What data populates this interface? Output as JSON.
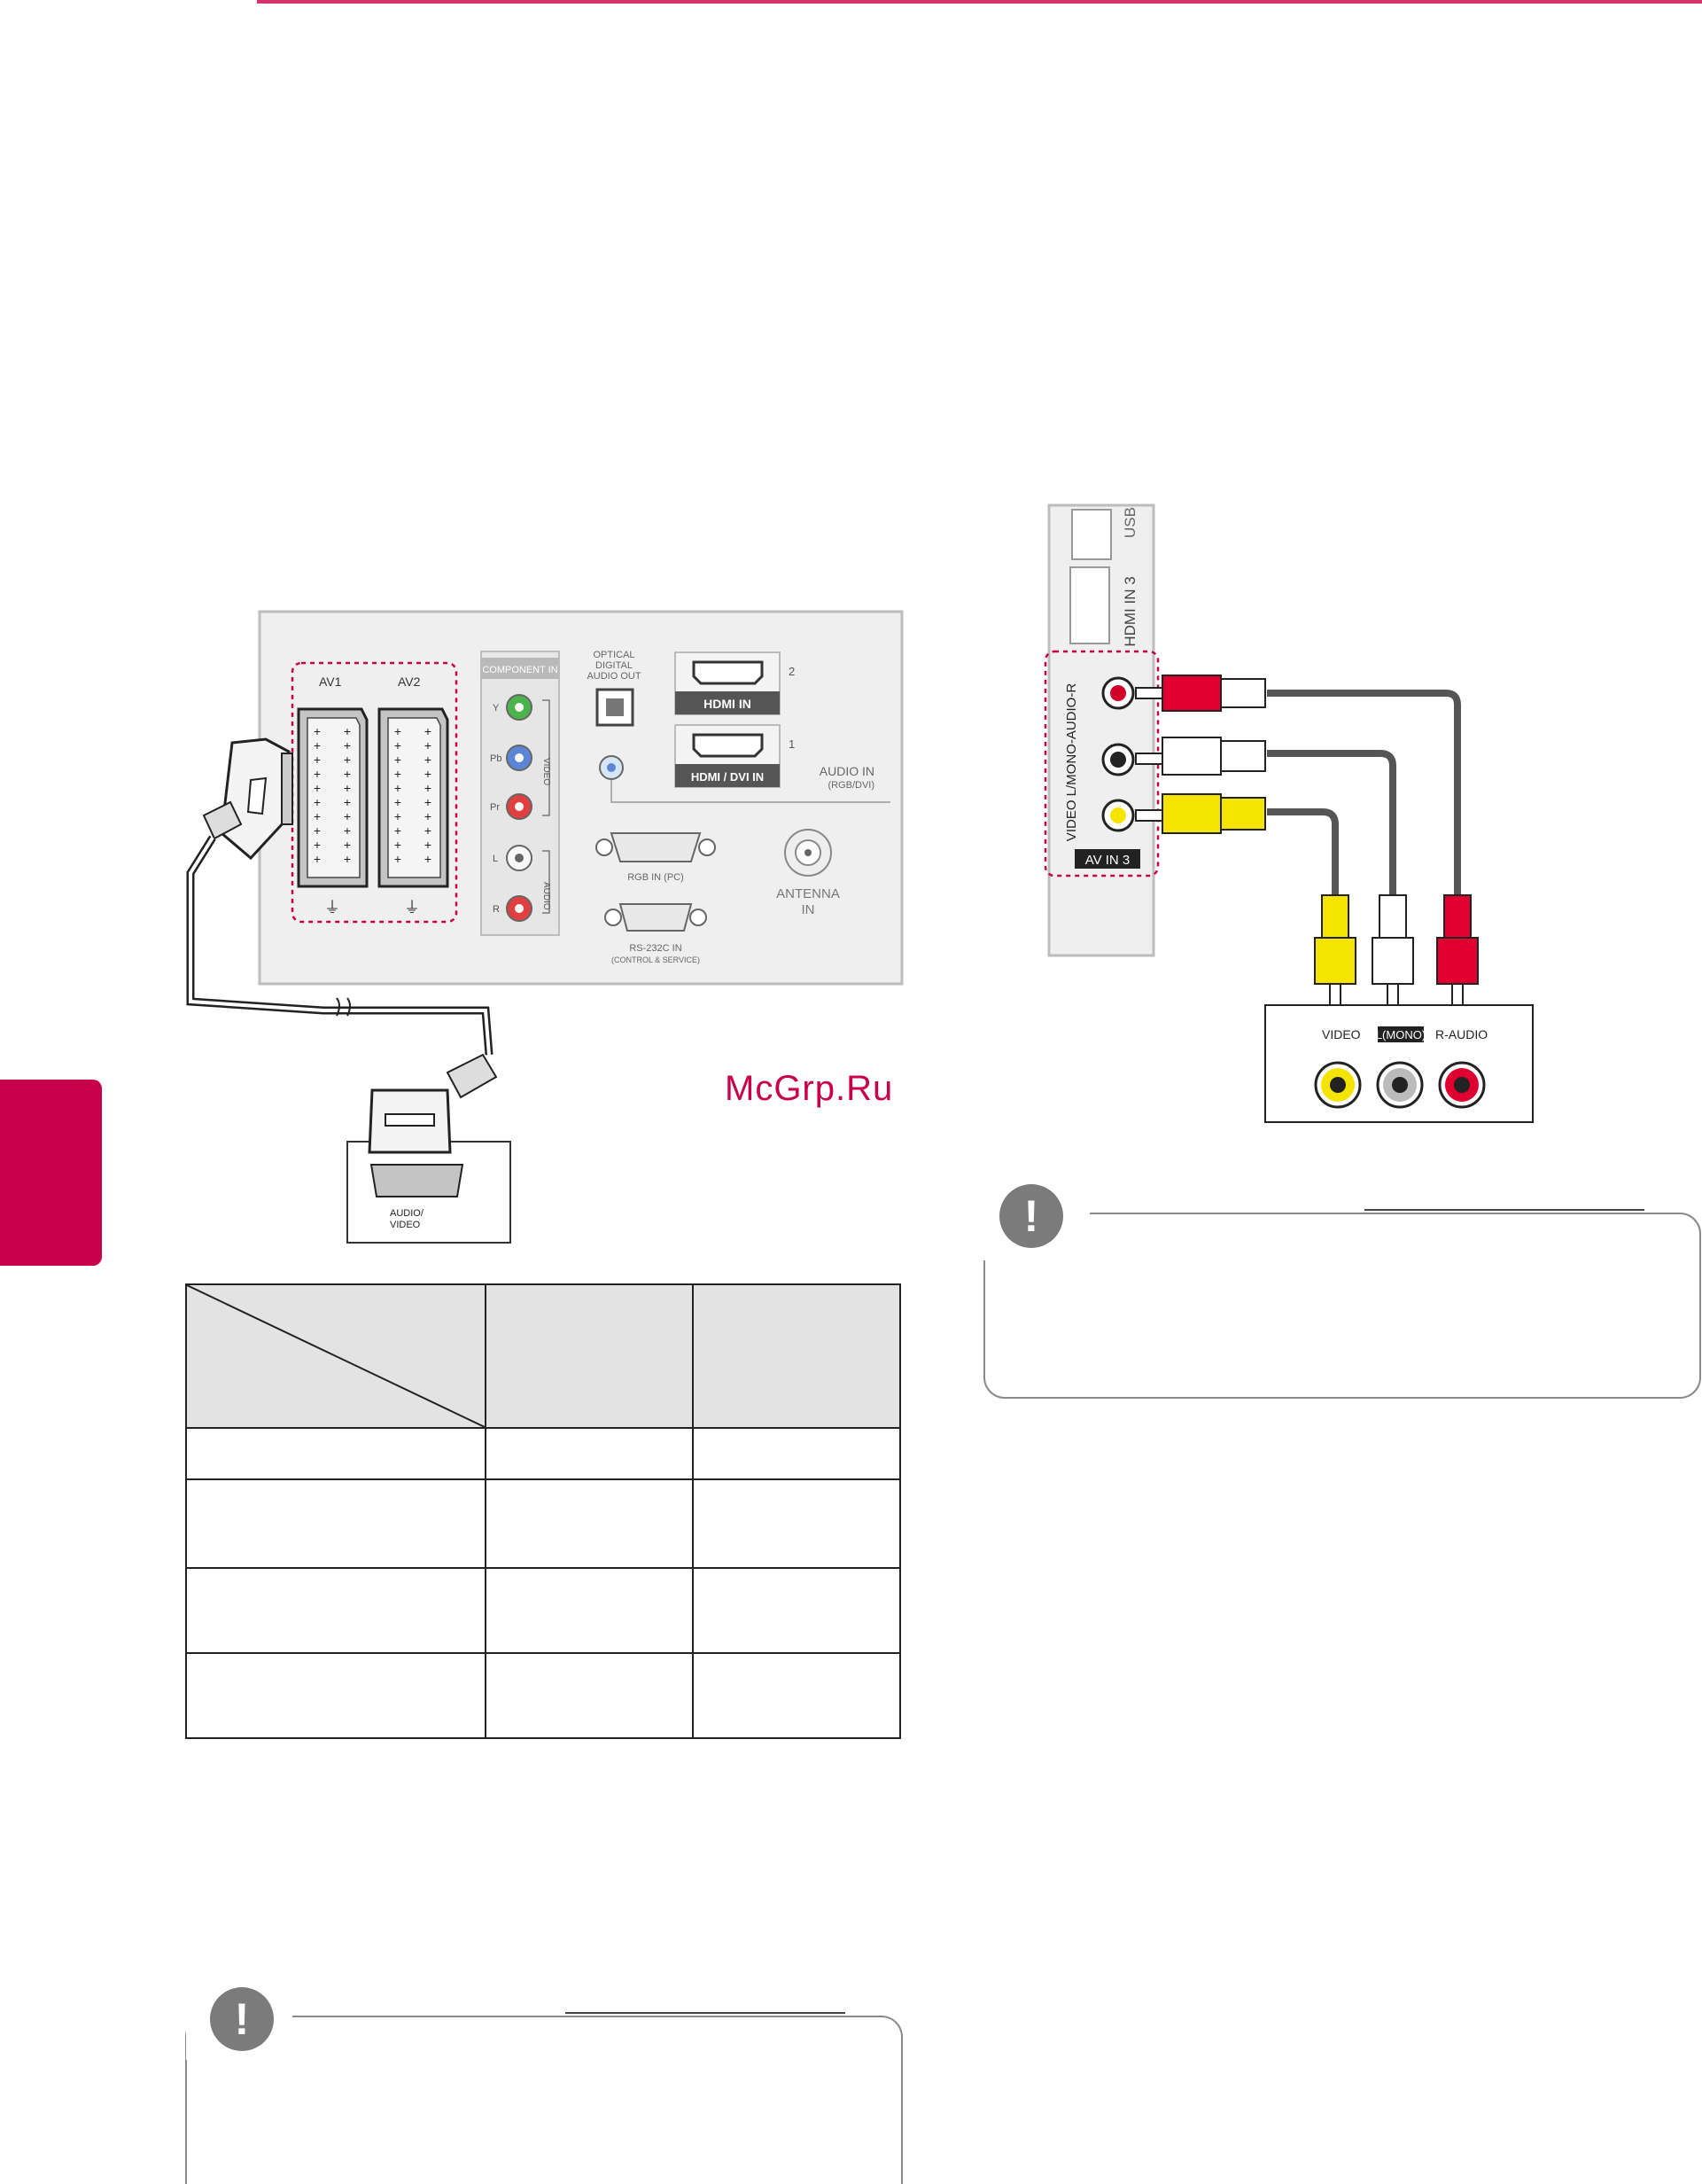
{
  "watermark": "McGrp.Ru",
  "left_figure": {
    "labels": {
      "av1": "AV1",
      "av2": "AV2",
      "component_in": "COMPONENT IN",
      "y": "Y",
      "pb": "Pb",
      "pr": "Pr",
      "l": "L",
      "r": "R",
      "video": "VIDEO",
      "audio": "AUDIO",
      "optical_1": "OPTICAL",
      "optical_2": "DIGITAL",
      "optical_3": "AUDIO OUT",
      "hdmi_in": "HDMI IN",
      "hdmi_dvi_in": "HDMI / DVI IN",
      "hdmi_2": "2",
      "hdmi_1": "1",
      "audio_in_1": "AUDIO IN",
      "audio_in_2": "(RGB/DVI)",
      "rgb_in": "RGB IN (PC)",
      "rs232_1": "RS-232C IN",
      "rs232_2": "(CONTROL & SERVICE)",
      "antenna_1": "ANTENNA",
      "antenna_2": "IN",
      "device_1": "AUDIO/",
      "device_2": "VIDEO"
    }
  },
  "right_figure": {
    "labels": {
      "usb": "USB",
      "hdmi_in3": "HDMI IN 3",
      "av_in3": "AV IN 3",
      "panel_vertical": "VIDEO L/MONO-AUDIO-R",
      "device_video": "VIDEO",
      "device_lmono": "L(MONO)",
      "device_raudio": "R-AUDIO"
    }
  }
}
